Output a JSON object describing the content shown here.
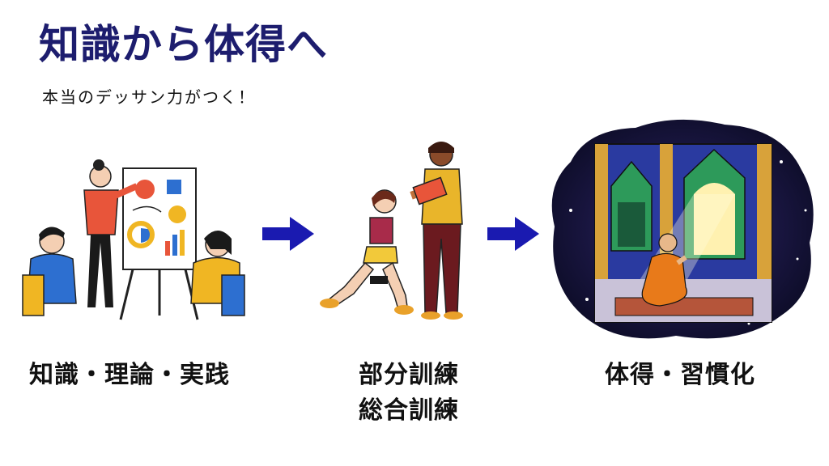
{
  "header": {
    "title": "知識から体得へ",
    "subtitle": "本当のデッサン力がつく！"
  },
  "stages": [
    {
      "lines": [
        "知識・理論・実践"
      ]
    },
    {
      "lines": [
        "部分訓練",
        "総合訓練"
      ]
    },
    {
      "lines": [
        "体得・習慣化"
      ]
    }
  ],
  "colors": {
    "title": "#1d1d6e",
    "arrow": "#1a1ab0"
  }
}
